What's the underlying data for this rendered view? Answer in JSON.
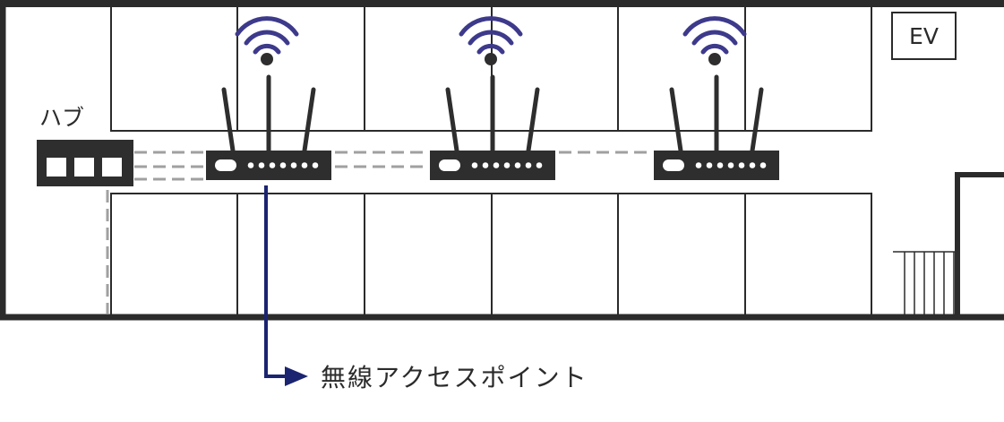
{
  "labels": {
    "hub": "ハブ",
    "elevator": "EV",
    "callout": "無線アクセスポイント"
  },
  "icons": {
    "wifi_signal": "wifi-signal-icon",
    "router": "wireless-router-icon",
    "hub": "network-hub-icon",
    "arrow": "arrow-right-icon",
    "stairs": "stairs-icon"
  },
  "colors": {
    "wall": "#2b2b2b",
    "device": "#2e2e2e",
    "cable": "#a0a0a0",
    "wifi_signal": "#3d3a8c",
    "callout_line": "#1a2470"
  }
}
